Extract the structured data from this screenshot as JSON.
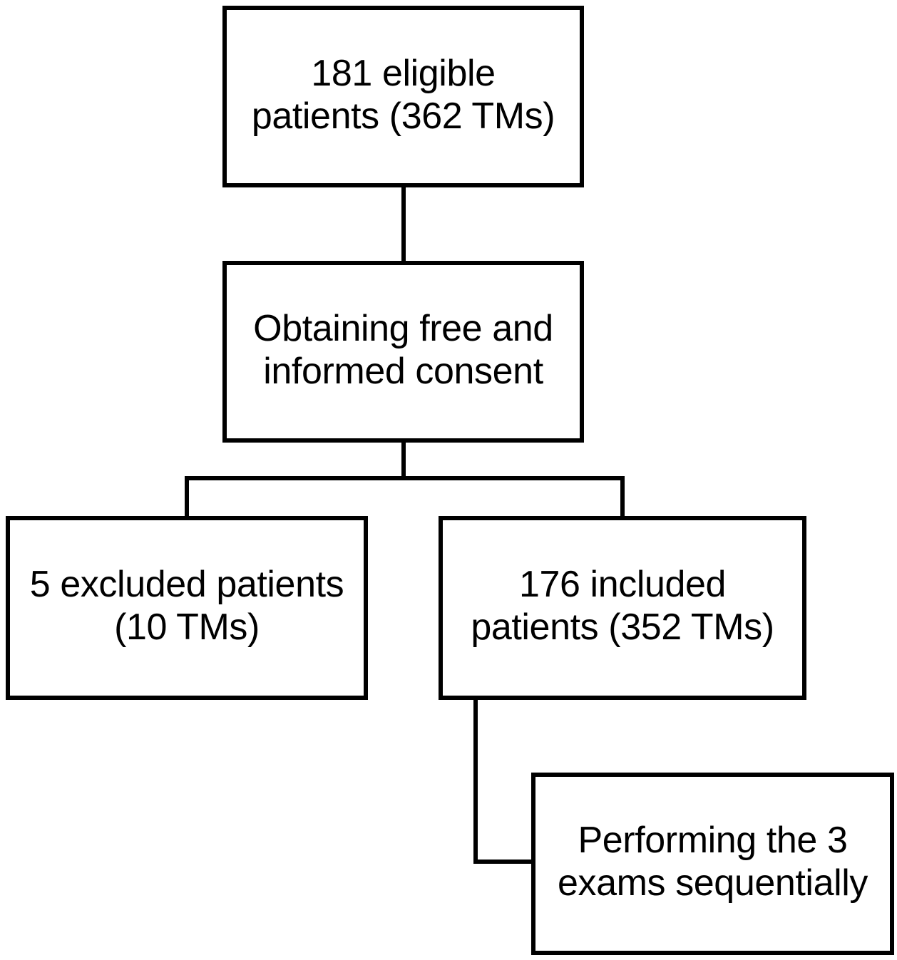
{
  "diagram": {
    "type": "flowchart",
    "title": "Patient enrollment flow diagram",
    "orientation": "top-down",
    "colors": {
      "stroke": "#000000",
      "fill": "#ffffff",
      "text": "#000000"
    },
    "nodes": [
      {
        "id": "eligible",
        "shape": "rectangle",
        "label": "181 eligible\npatients (362 TMs)",
        "line1": "181 eligible",
        "line2": "patients (362 TMs)",
        "count_patients": 181,
        "count_tms": 362
      },
      {
        "id": "consent",
        "shape": "rectangle",
        "label": "Obtaining free and\ninformed consent",
        "line1": "Obtaining free and",
        "line2": "informed consent"
      },
      {
        "id": "excluded",
        "shape": "rectangle",
        "label": "5 excluded patients\n(10 TMs)",
        "line1": "5 excluded patients",
        "line2": "(10 TMs)",
        "count_patients": 5,
        "count_tms": 10
      },
      {
        "id": "included",
        "shape": "rectangle",
        "label": "176 included\npatients (352 TMs)",
        "line1": "176 included",
        "line2": "patients (352 TMs)",
        "count_patients": 176,
        "count_tms": 352
      },
      {
        "id": "exams",
        "shape": "rectangle",
        "label": "Performing the 3\nexams sequentially",
        "line1": "Performing the 3",
        "line2": "exams sequentially",
        "count_exams": 3
      }
    ],
    "edges": [
      {
        "id": "eligible-consent",
        "from": "eligible",
        "to": "consent",
        "style": "straight"
      },
      {
        "id": "consent-excluded",
        "from": "consent",
        "to": "excluded",
        "style": "elbow-split-left"
      },
      {
        "id": "consent-included",
        "from": "consent",
        "to": "included",
        "style": "elbow-split-right"
      },
      {
        "id": "included-exams",
        "from": "included",
        "to": "exams",
        "style": "elbow"
      }
    ]
  }
}
